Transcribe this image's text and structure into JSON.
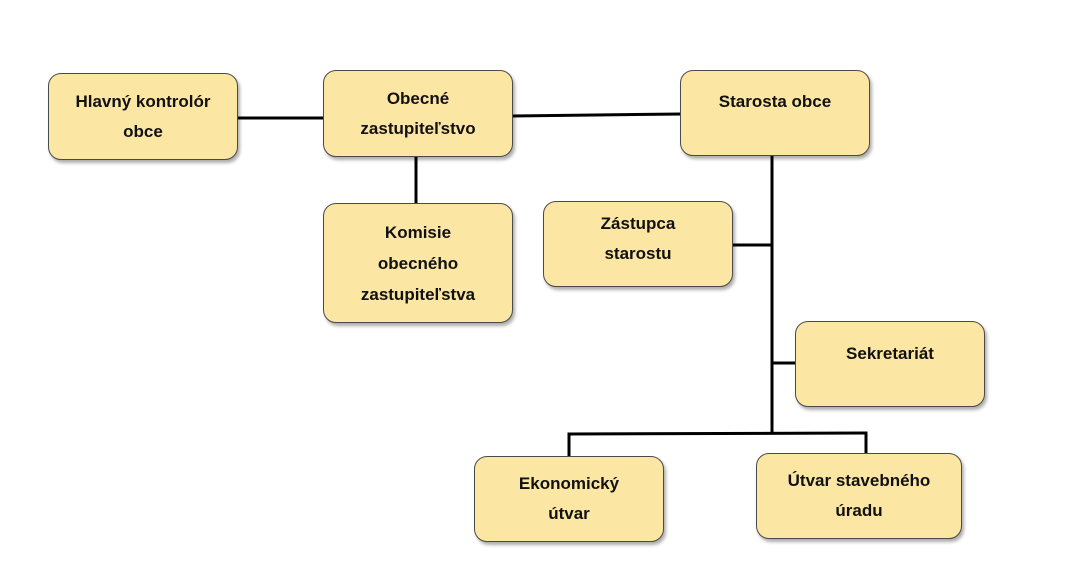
{
  "diagram": {
    "type": "organizational-chart",
    "colors": {
      "box_fill": "#fce6a3",
      "box_border": "#4a4a4a",
      "connector": "#000000",
      "text": "#111111"
    },
    "nodes": {
      "hlavny_kontrolor": {
        "label": "Hlavný kontrolór\nobce"
      },
      "obecne_zastupitelstvo": {
        "label": "Obecné\nzastupiteľstvo"
      },
      "starosta": {
        "label": "Starosta obce"
      },
      "komisie": {
        "label": "Komisie\nobecného\nzastupiteľstva"
      },
      "zastupca": {
        "label": "Zástupca\nstarostu"
      },
      "sekretariat": {
        "label": "Sekretariát"
      },
      "ekonomicky": {
        "label": "Ekonomický\nútvar"
      },
      "utvar_stavebneho": {
        "label": "Útvar stavebného\núradu"
      }
    },
    "edges": [
      {
        "from": "hlavny_kontrolor",
        "to": "obecne_zastupitelstvo"
      },
      {
        "from": "obecne_zastupitelstvo",
        "to": "starosta"
      },
      {
        "from": "obecne_zastupitelstvo",
        "to": "komisie"
      },
      {
        "from": "starosta",
        "to": "zastupca"
      },
      {
        "from": "starosta",
        "to": "sekretariat"
      },
      {
        "from": "starosta",
        "to": "ekonomicky"
      },
      {
        "from": "starosta",
        "to": "utvar_stavebneho"
      }
    ]
  }
}
